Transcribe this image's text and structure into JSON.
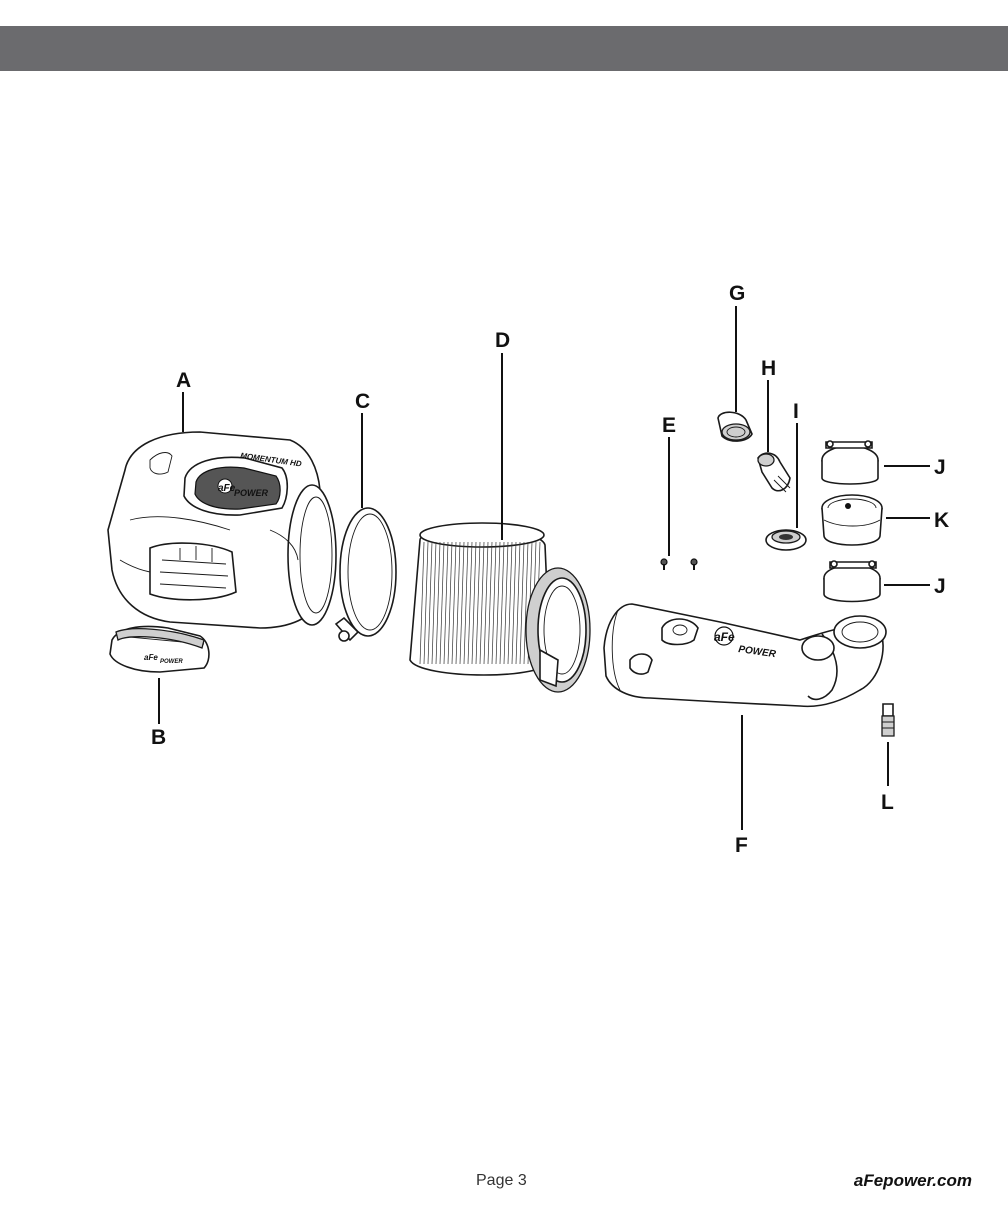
{
  "header": {
    "color": "#6b6b6e"
  },
  "callouts": {
    "A": "A",
    "B": "B",
    "C": "C",
    "D": "D",
    "E": "E",
    "F": "F",
    "G": "G",
    "H": "H",
    "I": "I",
    "J1": "J",
    "K": "K",
    "J2": "J",
    "L": "L"
  },
  "logos": {
    "brand_short": "aFe",
    "brand_power": "POWER",
    "housing_emboss": "MOMENTUM HD"
  },
  "footer": {
    "page_label": "Page 3",
    "website": "aFepower.com"
  }
}
